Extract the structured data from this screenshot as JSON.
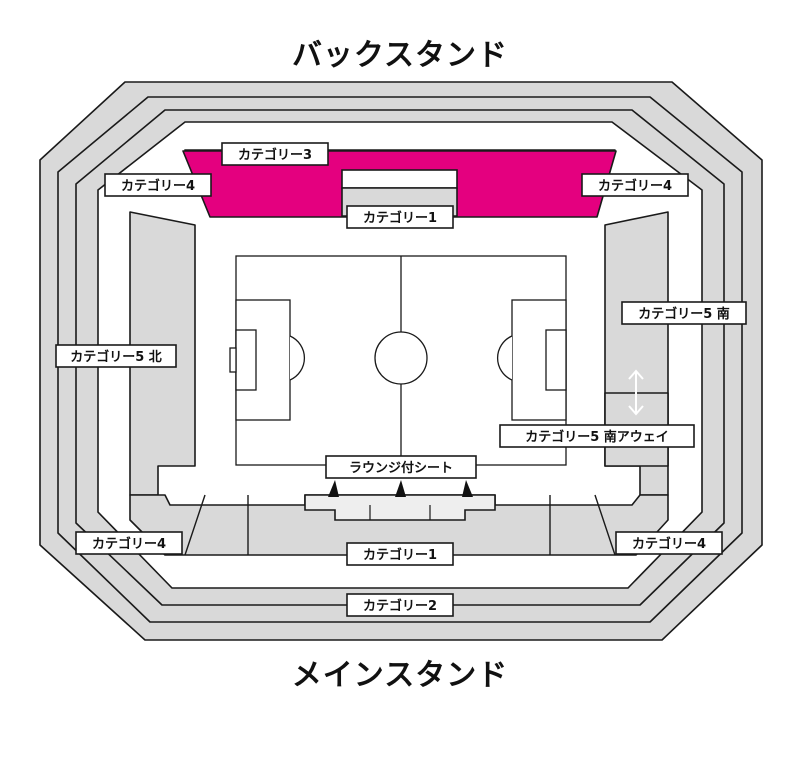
{
  "titles": {
    "back_stand": "バックスタンド",
    "main_stand": "メインスタンド"
  },
  "labels": {
    "cat3_back": "カテゴリー3",
    "cat4_back_left": "カテゴリー4",
    "cat4_back_right": "カテゴリー4",
    "cat1_back": "カテゴリー1",
    "cat5_north": "カテゴリー5 北",
    "cat5_south": "カテゴリー5 南",
    "cat5_south_away": "カテゴリー5 南アウェイ",
    "lounge": "ラウンジ付シート",
    "cat4_main_left": "カテゴリー4",
    "cat4_main_right": "カテゴリー4",
    "cat1_main": "カテゴリー1",
    "cat2_main": "カテゴリー2"
  },
  "colors": {
    "category3": "#e4007f",
    "seating": "#d9d9d9",
    "outline": "#1a1a1a"
  },
  "icons": {
    "away_divider": "double-arrow-vertical-icon",
    "lounge_pointer": "triangle-pointer-icon"
  }
}
